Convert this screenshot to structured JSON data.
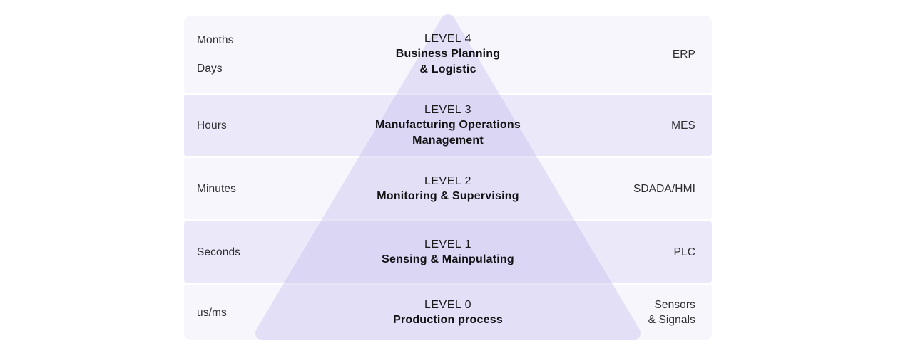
{
  "diagram": {
    "type": "automation-pyramid",
    "colors": {
      "background": "#ffffff",
      "band_light": "#f7f6fd",
      "band_dark": "#ebe9f9",
      "pyramid_fill": "#beb5ec",
      "text_primary": "#1c1c1e"
    },
    "bands": [
      {
        "level_title": "LEVEL 4",
        "description_lines": [
          "Business Planning",
          "& Logistic"
        ],
        "time_labels": [
          "Months",
          "Days"
        ],
        "system_lines": [
          "ERP"
        ]
      },
      {
        "level_title": "LEVEL 3",
        "description_lines": [
          "Manufacturing Operations",
          "Management"
        ],
        "time_labels": [
          "Hours"
        ],
        "system_lines": [
          "MES"
        ]
      },
      {
        "level_title": "LEVEL 2",
        "description_lines": [
          "Monitoring & Supervising"
        ],
        "time_labels": [
          "Minutes"
        ],
        "system_lines": [
          "SDADA/HMI"
        ]
      },
      {
        "level_title": "LEVEL 1",
        "description_lines": [
          "Sensing & Mainpulating"
        ],
        "time_labels": [
          "Seconds"
        ],
        "system_lines": [
          "PLC"
        ]
      },
      {
        "level_title": "LEVEL 0",
        "description_lines": [
          "Production process"
        ],
        "time_labels": [
          "us/ms"
        ],
        "system_lines": [
          "Sensors",
          "& Signals"
        ]
      }
    ]
  }
}
